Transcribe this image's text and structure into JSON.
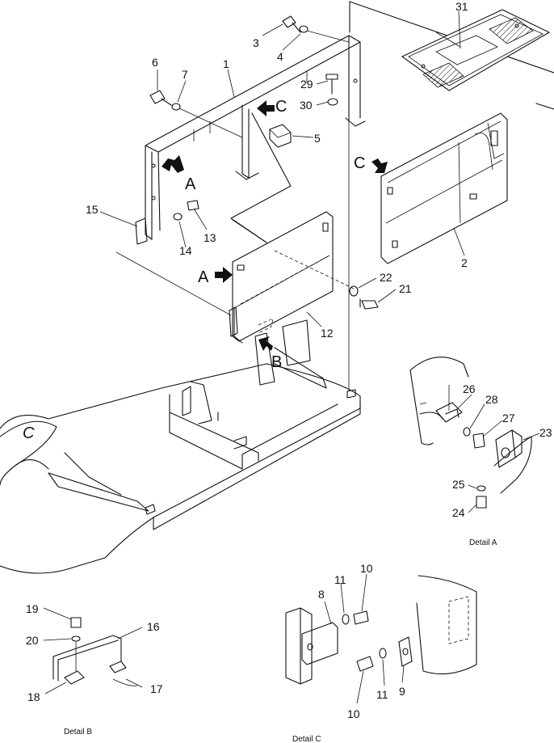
{
  "diagram": {
    "part_numbers": [
      "1",
      "2",
      "3",
      "4",
      "5",
      "6",
      "7",
      "8",
      "9",
      "10",
      "10",
      "11",
      "11",
      "12",
      "13",
      "14",
      "15",
      "16",
      "17",
      "18",
      "19",
      "20",
      "21",
      "22",
      "23",
      "24",
      "25",
      "26",
      "27",
      "28",
      "29",
      "30",
      "31"
    ],
    "view_letters": {
      "a_main": "A",
      "a_panel": "A",
      "b": "B",
      "c_frame": "C",
      "c_door": "C"
    },
    "captions": {
      "detail_a": "Detail A",
      "detail_b": "Detail B",
      "detail_c": "Detail C"
    }
  }
}
